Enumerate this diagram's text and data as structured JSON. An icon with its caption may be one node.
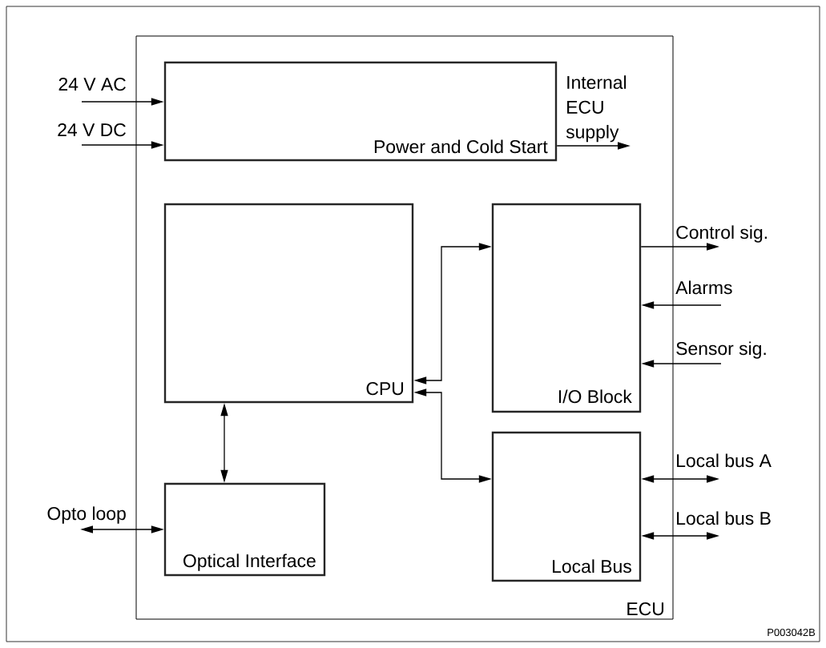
{
  "diagram": {
    "nodes": [
      {
        "text": [
          "ECU"
        ]
      },
      {
        "text": [
          "Power and Cold Start"
        ],
        "in": 0
      },
      {
        "text": [
          "CPU"
        ],
        "in": 0
      },
      {
        "text": [
          "I/O Block"
        ],
        "in": 0
      },
      {
        "text": [
          "Optical Interface"
        ],
        "in": 0
      },
      {
        "text": [
          "Local Bus"
        ],
        "in": 0
      }
    ],
    "edges": [
      {
        "from": null,
        "to": 1,
        "arrow": "to",
        "label": "24 V AC"
      },
      {
        "from": null,
        "to": 1,
        "arrow": "to",
        "label": "24 V DC"
      },
      {
        "from": 1,
        "to": null,
        "arrow": "to",
        "label": "Internal ECU supply"
      },
      {
        "from": 2,
        "to": 3,
        "arrow": "both"
      },
      {
        "from": 2,
        "to": 5,
        "arrow": "both"
      },
      {
        "from": 2,
        "to": 4,
        "arrow": "both"
      },
      {
        "from": 4,
        "to": null,
        "arrow": "both",
        "label": "Opto loop"
      },
      {
        "from": 3,
        "to": null,
        "arrow": "to",
        "label": "Control sig."
      },
      {
        "from": null,
        "to": 3,
        "arrow": "to",
        "label": "Alarms"
      },
      {
        "from": null,
        "to": 3,
        "arrow": "to",
        "label": "Sensor sig."
      },
      {
        "from": 5,
        "to": null,
        "arrow": "both",
        "label": "Local bus A"
      },
      {
        "from": 5,
        "to": null,
        "arrow": "both",
        "label": "Local bus B"
      }
    ],
    "labels": [
      "P003042B"
    ]
  }
}
